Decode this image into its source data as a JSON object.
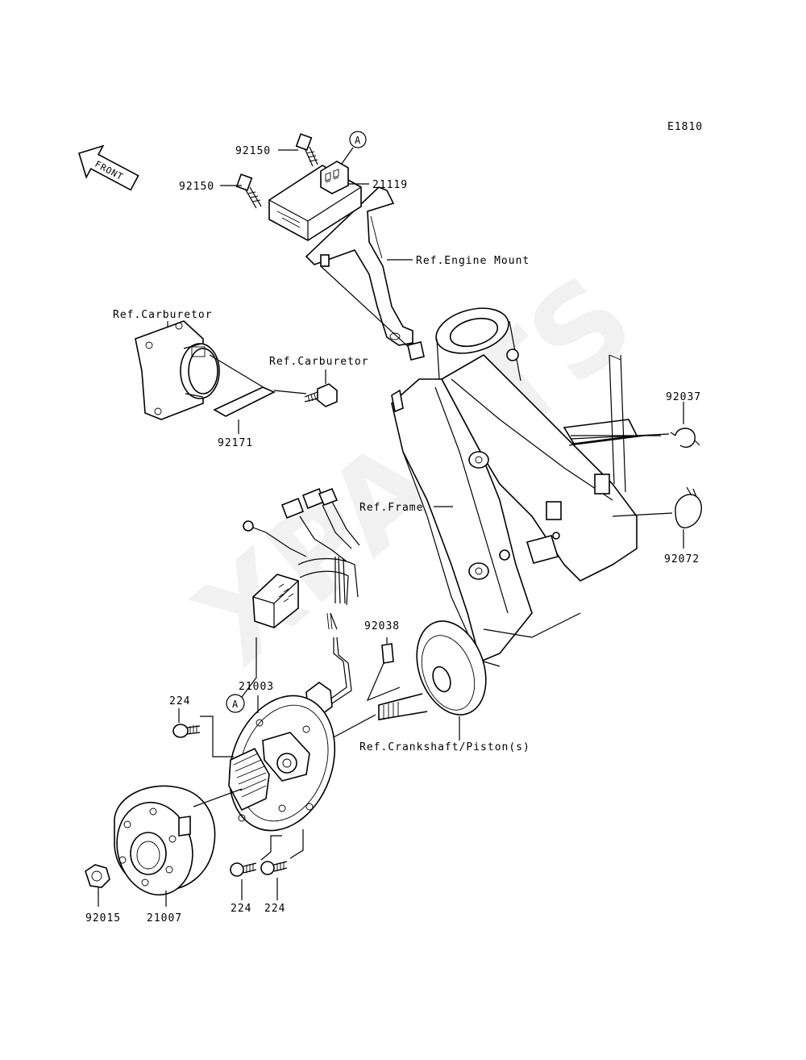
{
  "diagram": {
    "code": "E1810",
    "front_label": "FRONT",
    "watermark": "XPARTS",
    "callout_a": "A",
    "labels": {
      "p92150_top": "92150",
      "p92150_left": "92150",
      "p21119": "21119",
      "ref_engine_mount": "Ref.Engine Mount",
      "ref_carburetor_1": "Ref.Carburetor",
      "ref_carburetor_2": "Ref.Carburetor",
      "p92171": "92171",
      "p92037": "92037",
      "ref_frame": "Ref.Frame",
      "p92072": "92072",
      "p92038": "92038",
      "p21003": "21003",
      "p224_top": "224",
      "ref_crankshaft": "Ref.Crankshaft/Piston(s)",
      "p224_b1": "224",
      "p224_b2": "224",
      "p92015": "92015",
      "p21007": "21007"
    }
  }
}
